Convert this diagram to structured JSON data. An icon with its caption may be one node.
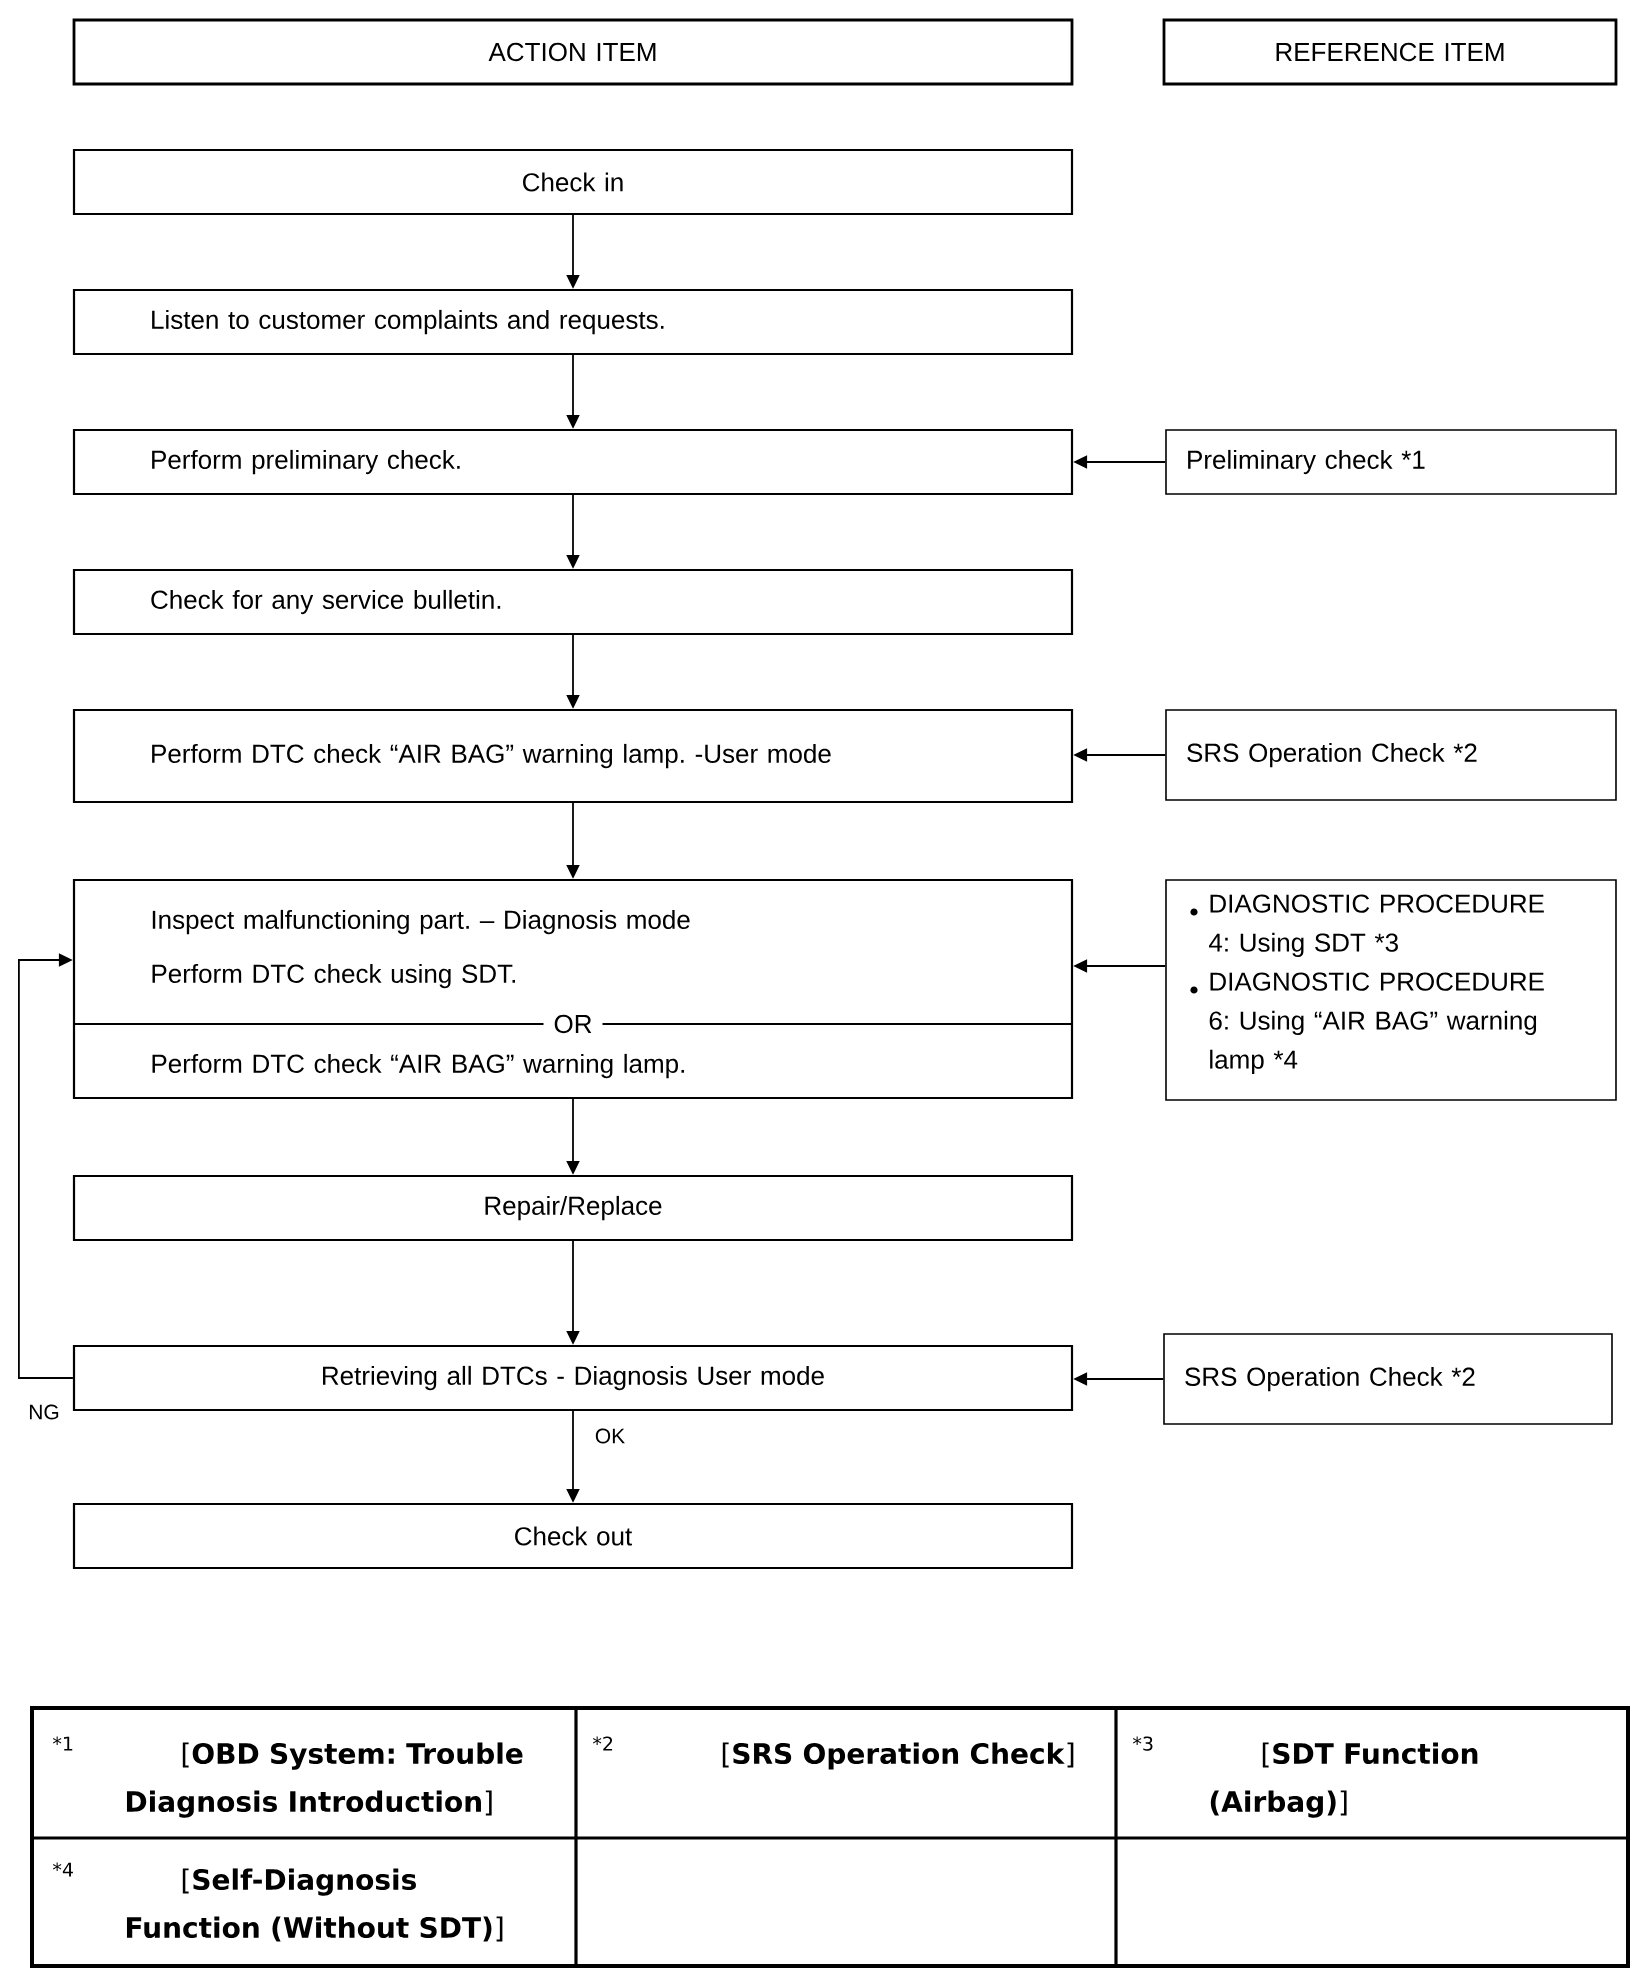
{
  "diagram": {
    "nodes": [
      {
        "text": [
          "ACTION ITEM"
        ]
      },
      {
        "text": [
          "REFERENCE ITEM"
        ]
      },
      {
        "text": [
          "Check in"
        ]
      },
      {
        "text": [
          "Listen to customer complaints and requests."
        ]
      },
      {
        "text": [
          "Perform preliminary check."
        ]
      },
      {
        "text": [
          "Preliminary check *1"
        ]
      },
      {
        "text": [
          "Check for any service bulletin."
        ]
      },
      {
        "text": [
          "Perform DTC check “AIR BAG” warning lamp. -User mode"
        ]
      },
      {
        "text": [
          "SRS Operation Check *2"
        ]
      },
      {
        "text": [
          "Inspect malfunctioning part. – Diagnosis mode",
          "Perform DTC check using SDT.",
          "OR",
          "Perform DTC check “AIR BAG” warning lamp."
        ]
      },
      {
        "text": [
          "DIAGNOSTIC PROCEDURE 4: Using SDT *3",
          "DIAGNOSTIC PROCEDURE 6: Using “AIR BAG” warning lamp *4"
        ]
      },
      {
        "text": [
          "Repair/Replace"
        ]
      },
      {
        "text": [
          "Retrieving all DTCs - Diagnosis User mode"
        ]
      },
      {
        "text": [
          "SRS Operation Check *2"
        ]
      },
      {
        "text": [
          "Check out"
        ]
      }
    ],
    "edges": [
      {
        "from": 2,
        "to": 3,
        "arrow": "to"
      },
      {
        "from": 3,
        "to": 4,
        "arrow": "to"
      },
      {
        "from": 5,
        "to": 4,
        "arrow": "to"
      },
      {
        "from": 4,
        "to": 6,
        "arrow": "to"
      },
      {
        "from": 6,
        "to": 7,
        "arrow": "to"
      },
      {
        "from": 8,
        "to": 7,
        "arrow": "to"
      },
      {
        "from": 7,
        "to": 9,
        "arrow": "to"
      },
      {
        "from": 10,
        "to": 9,
        "arrow": "to"
      },
      {
        "from": 9,
        "to": 11,
        "arrow": "to"
      },
      {
        "from": 11,
        "to": 12,
        "arrow": "to"
      },
      {
        "from": 13,
        "to": 12,
        "arrow": "to"
      },
      {
        "from": 12,
        "to": 14,
        "arrow": "to",
        "label": "OK"
      },
      {
        "from": 12,
        "to": 9,
        "arrow": "to",
        "label": "NG"
      }
    ],
    "labels": [
      "*1",
      "[**OBD System: Trouble Diagnosis Introduction**]",
      "*2",
      "[**SRS Operation Check**]",
      "*3",
      "[**SDT Function (Airbag)**]",
      "*4",
      "[**Self-Diagnosis Function (Without SDT)**]"
    ]
  }
}
